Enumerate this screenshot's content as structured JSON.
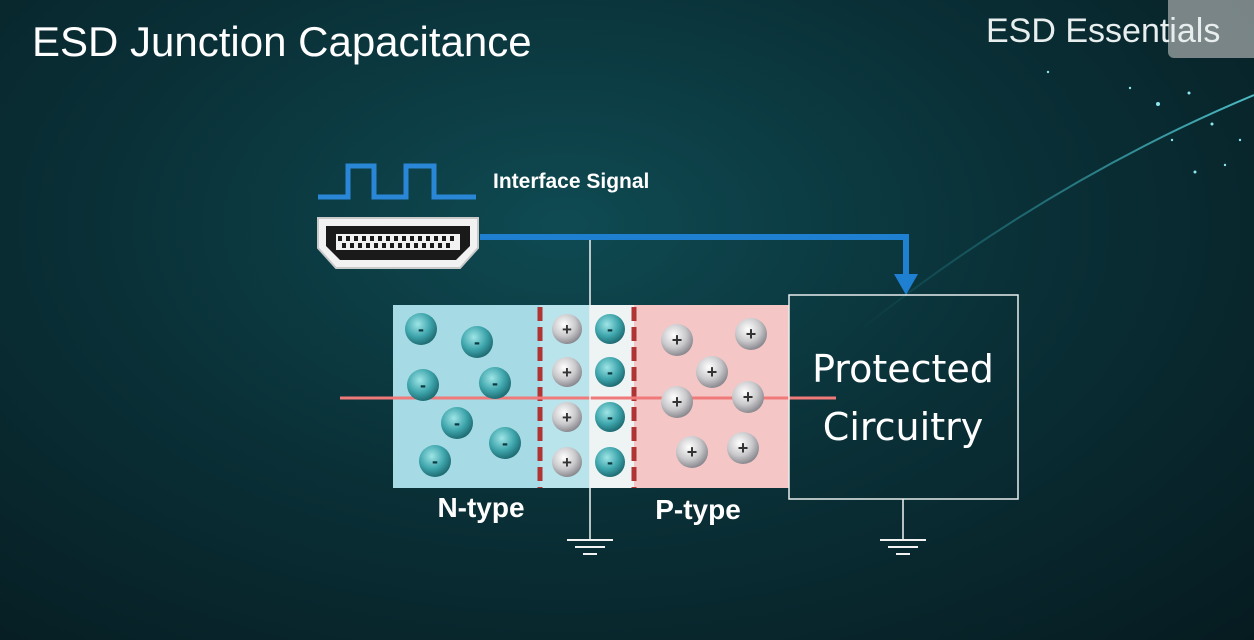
{
  "slide": {
    "title": "ESD Junction Capacitance",
    "brand": "ESD Essentials"
  },
  "diagram": {
    "signal_label": "Interface Signal",
    "n_label": "N-type",
    "p_label": "P-type",
    "box_label_line1": "Protected",
    "box_label_line2": "Circuitry",
    "neg_symbol": "-",
    "pos_symbol": "+",
    "colors": {
      "signal_blue": "#1f7fd0",
      "n_region": "#a6dae4",
      "p_region": "#f5c6c6",
      "depletion_n": "#b9e4ec",
      "depletion_p": "#f0f4f5",
      "red_line": "#f07a7a",
      "dash_red": "#b03434"
    }
  }
}
